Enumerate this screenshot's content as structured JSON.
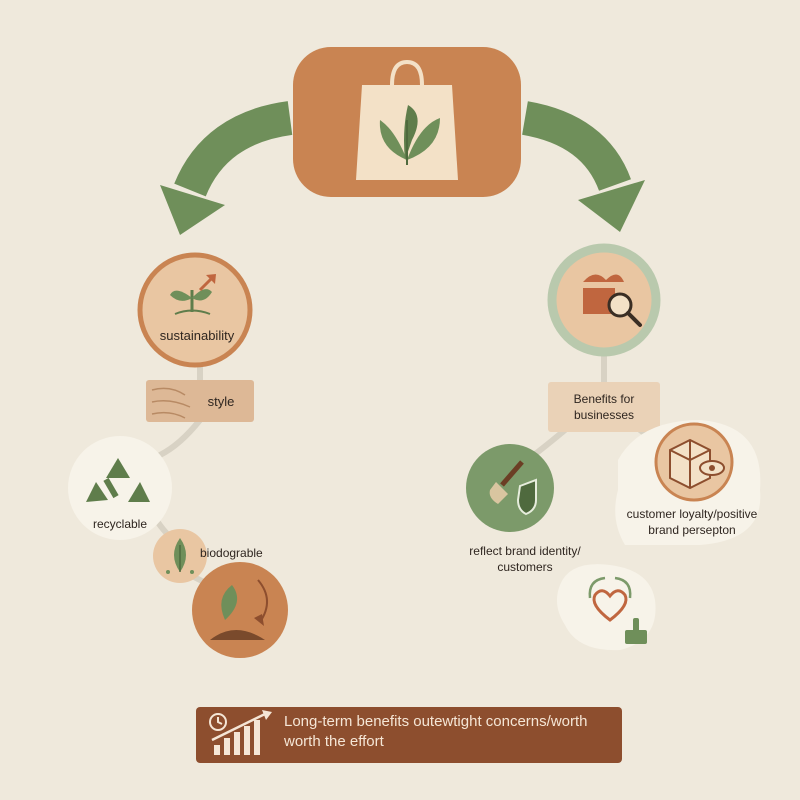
{
  "nodes": {
    "sustainability": "sustainability",
    "style": "style",
    "recyclable": "recyclable",
    "biodegradable": "biodograble",
    "benefits": "Benefits for\nbusinesses",
    "loyalty": "customer loyalty/positive\nbrand persepton",
    "brand_identity": "reflect brand identity/\ncustomers"
  },
  "banner": {
    "text": "Long-term benefits outewtight concerns/worth\nworth the effort"
  },
  "icons": [
    "shopping-bag-leaf-icon",
    "sprout-arrow-icon",
    "recycle-icon",
    "leaf-icon",
    "compost-leaf-icon",
    "gift-magnifier-icon",
    "box-eye-icon",
    "brush-shield-icon",
    "heart-thumbs-up-icon",
    "clock-icon",
    "growth-chart-icon"
  ],
  "colors": {
    "background": "#efe9dc",
    "terracotta": "#c98452",
    "brown": "#8d4e2e",
    "sage": "#7c9a6a",
    "arrow_green": "#6f8f5a",
    "sand": "#e6c7a6"
  }
}
